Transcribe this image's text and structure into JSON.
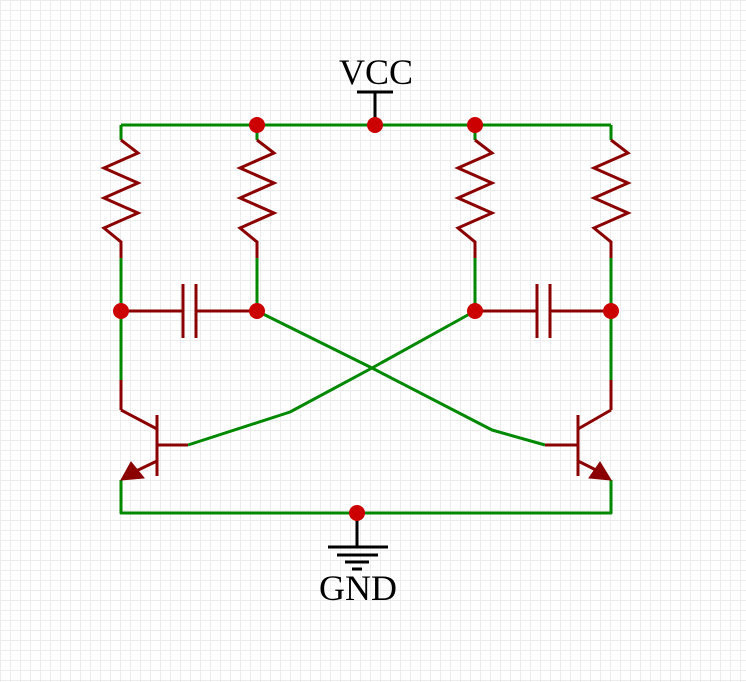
{
  "labels": {
    "power": "VCC",
    "ground": "GND"
  },
  "colors": {
    "wire": "#008800",
    "component": "#8b0000",
    "junction": "#cc0000",
    "symbol": "#000000",
    "grid": "#ececec",
    "background": "#ffffff"
  },
  "components": [
    {
      "type": "resistor",
      "name": "resistor-1"
    },
    {
      "type": "resistor",
      "name": "resistor-2"
    },
    {
      "type": "resistor",
      "name": "resistor-3"
    },
    {
      "type": "resistor",
      "name": "resistor-4"
    },
    {
      "type": "capacitor",
      "name": "capacitor-left"
    },
    {
      "type": "capacitor",
      "name": "capacitor-right"
    },
    {
      "type": "npn-transistor",
      "name": "transistor-left"
    },
    {
      "type": "npn-transistor",
      "name": "transistor-right"
    },
    {
      "type": "power-symbol",
      "name": "vcc-symbol"
    },
    {
      "type": "ground-symbol",
      "name": "ground-symbol"
    }
  ]
}
